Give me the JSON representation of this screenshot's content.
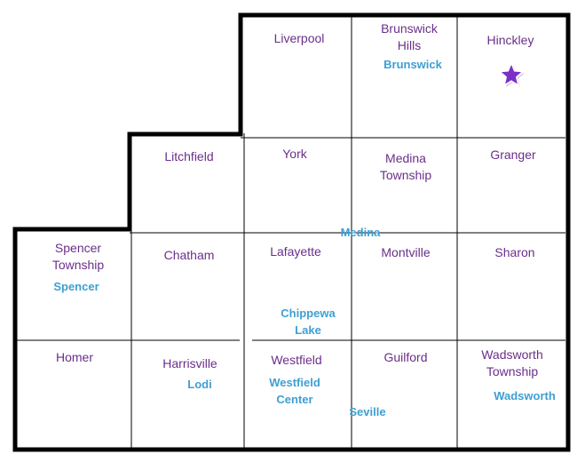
{
  "townships": [
    {
      "id": "liverpool",
      "lines": [
        "Liverpool"
      ]
    },
    {
      "id": "brunswick-hills",
      "lines": [
        "Brunswick",
        "Hills"
      ]
    },
    {
      "id": "hinckley",
      "lines": [
        "Hinckley"
      ]
    },
    {
      "id": "litchfield",
      "lines": [
        "Litchfield"
      ]
    },
    {
      "id": "york",
      "lines": [
        "York"
      ]
    },
    {
      "id": "medina-township",
      "lines": [
        "Medina",
        "Township"
      ]
    },
    {
      "id": "granger",
      "lines": [
        "Granger"
      ]
    },
    {
      "id": "spencer-township",
      "lines": [
        "Spencer",
        "Township"
      ]
    },
    {
      "id": "chatham",
      "lines": [
        "Chatham"
      ]
    },
    {
      "id": "lafayette",
      "lines": [
        "Lafayette"
      ]
    },
    {
      "id": "montville",
      "lines": [
        "Montville"
      ]
    },
    {
      "id": "sharon",
      "lines": [
        "Sharon"
      ]
    },
    {
      "id": "homer",
      "lines": [
        "Homer"
      ]
    },
    {
      "id": "harrisville",
      "lines": [
        "Harrisville"
      ]
    },
    {
      "id": "westfield",
      "lines": [
        "Westfield"
      ]
    },
    {
      "id": "guilford",
      "lines": [
        "Guilford"
      ]
    },
    {
      "id": "wadsworth-township",
      "lines": [
        "Wadsworth",
        "Township"
      ]
    }
  ],
  "cities": [
    {
      "id": "brunswick",
      "lines": [
        "Brunswick"
      ]
    },
    {
      "id": "medina",
      "lines": [
        "Medina"
      ]
    },
    {
      "id": "spencer",
      "lines": [
        "Spencer"
      ]
    },
    {
      "id": "chippewa-lake",
      "lines": [
        "Chippewa",
        "Lake"
      ]
    },
    {
      "id": "lodi",
      "lines": [
        "Lodi"
      ]
    },
    {
      "id": "westfield-center",
      "lines": [
        "Westfield",
        "Center"
      ]
    },
    {
      "id": "seville",
      "lines": [
        "Seville"
      ]
    },
    {
      "id": "wadsworth",
      "lines": [
        "Wadsworth"
      ]
    }
  ],
  "marker": {
    "icon": "star-icon",
    "color": "#7b2fc9",
    "location": "hinckley"
  },
  "colors": {
    "township_text": "#6a2f8a",
    "city_text": "#3e9fd2",
    "border": "#000000",
    "grid": "#000000"
  }
}
